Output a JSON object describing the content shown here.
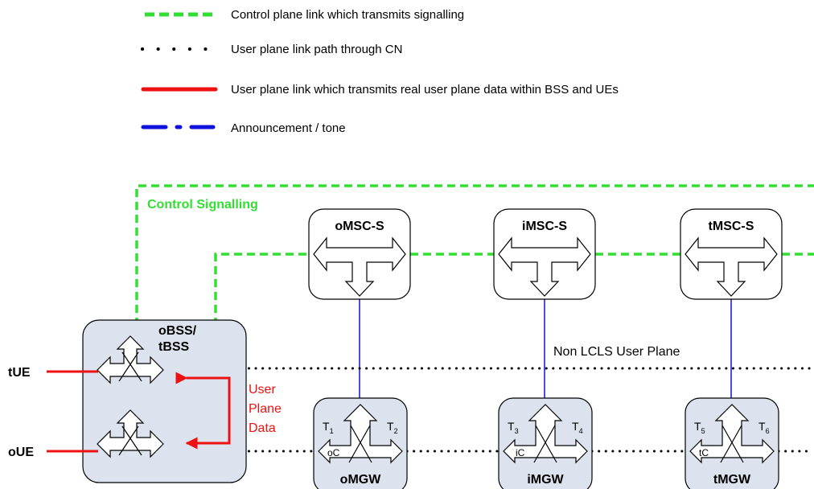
{
  "legend": [
    {
      "style": "control-dashed",
      "color": "#33dd33",
      "text": "Control plane link which transmits signalling"
    },
    {
      "style": "dotted",
      "color": "#000000",
      "text": "User plane link path through CN"
    },
    {
      "style": "solid",
      "color": "#ee1111",
      "text": "User plane link which transmits real user plane data within BSS and UEs"
    },
    {
      "style": "dash-dot",
      "color": "#1111dd",
      "text": "Announcement / tone"
    }
  ],
  "labels": {
    "control_signalling": "Control Signalling",
    "user_plane_data": [
      "User",
      "Plane",
      "Data"
    ],
    "non_lcls": "Non LCLS User Plane",
    "tue": "tUE",
    "oue": "oUE"
  },
  "bss": {
    "title_line1": "oBSS/",
    "title_line2": "tBSS"
  },
  "msc": [
    {
      "title": "oMSC-S"
    },
    {
      "title": "iMSC-S"
    },
    {
      "title": "tMSC-S"
    }
  ],
  "mgw": [
    {
      "title": "oMGW",
      "t_left": "T",
      "t_left_sub": "1",
      "t_right": "T",
      "t_right_sub": "2",
      "c_label": "oC"
    },
    {
      "title": "iMGW",
      "t_left": "T",
      "t_left_sub": "3",
      "t_right": "T",
      "t_right_sub": "4",
      "c_label": "iC"
    },
    {
      "title": "tMGW",
      "t_left": "T",
      "t_left_sub": "5",
      "t_right": "T",
      "t_right_sub": "6",
      "c_label": "tC"
    }
  ],
  "colors": {
    "control": "#33dd33",
    "user_plane_red": "#ee1111",
    "announcement_blue": "#1111dd",
    "node_fill": "#dde3ee"
  }
}
